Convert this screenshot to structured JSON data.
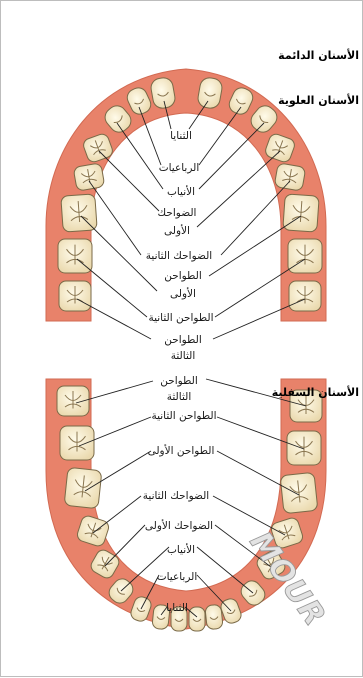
{
  "headings": {
    "permanent_teeth": "الأسنان الدائمة",
    "upper_teeth": "الأسنان العلوية",
    "lower_teeth": "الأسنان السفلية"
  },
  "upper_labels": {
    "central_incisors": "الثنايا",
    "lateral_incisors": "الرباعيات",
    "canines": "الأنياب",
    "first_premolars_1": "الضواحك",
    "first_premolars_2": "الأولى",
    "second_premolars": "الضواحك الثانية",
    "first_molars_1": "الطواحن",
    "first_molars_2": "الأولى",
    "second_molars": "الطواحن الثانية",
    "third_molars_1": "الطواحن",
    "third_molars_2": "الثالثة"
  },
  "lower_labels": {
    "third_molars_1": "الطواحن",
    "third_molars_2": "الثالثة",
    "second_molars": "الطواحن الثانية",
    "first_molars": "الطواحن الأولى",
    "second_premolars": "الضواحك الثانية",
    "first_premolars": "الضواحك الأولى",
    "canines": "الأنياب",
    "lateral_incisors": "الرباعيات",
    "central_incisors": "الثنايا"
  },
  "watermark": "MOUR",
  "colors": {
    "gum": "#e8826a",
    "gum_inner": "#f3b19f",
    "tooth": "#f7edd0",
    "tooth_edge": "#7a6a48",
    "leader": "#222222"
  }
}
